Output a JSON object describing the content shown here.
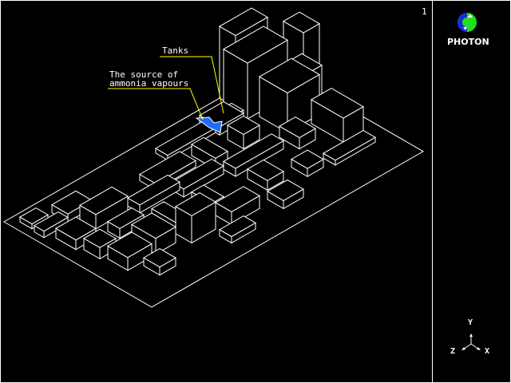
{
  "viewer": {
    "page_number": "1",
    "logo_text": "PHOTON",
    "axes": {
      "x": "X",
      "y": "Y",
      "z": "Z"
    }
  },
  "annotations": {
    "tanks": "Tanks",
    "source_line1": "The source of",
    "source_line2": "ammonia vapours"
  },
  "colors": {
    "background": "#000000",
    "wireframe": "#ffffff",
    "leader": "#ffff00",
    "source": "#1e6cff",
    "logo_blue": "#1a2bd6",
    "logo_green": "#22dd22"
  }
}
